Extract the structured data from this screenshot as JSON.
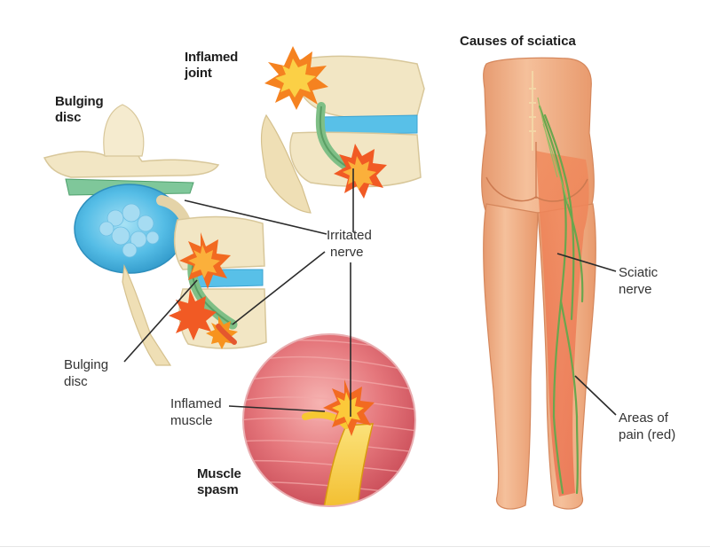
{
  "diagram": {
    "title": "Causes of sciatica",
    "labels": {
      "inflamed_joint": [
        "Inflamed",
        "joint"
      ],
      "bulging_disc_top": [
        "Bulging",
        "disc"
      ],
      "irritated_nerve": [
        "Irritated",
        "nerve"
      ],
      "bulging_disc_bottom": [
        "Bulging",
        "disc"
      ],
      "inflamed_muscle": [
        "Inflamed",
        "muscle"
      ],
      "muscle_spasm": [
        "Muscle",
        "spasm"
      ],
      "sciatic_nerve": [
        "Sciatic",
        "nerve"
      ],
      "areas_of_pain": [
        "Areas of",
        "pain (red)"
      ]
    },
    "colors": {
      "bone": "#f2e6c4",
      "disc": "#5cc3ea",
      "disc_band": "#7fc79a",
      "nerve": "#f0c51e",
      "inflammation": "#f26a21",
      "muscle": "#e46a72",
      "skin": "#f1b286",
      "pain": "#ec7a55",
      "leader": "#2b2b2b"
    }
  }
}
